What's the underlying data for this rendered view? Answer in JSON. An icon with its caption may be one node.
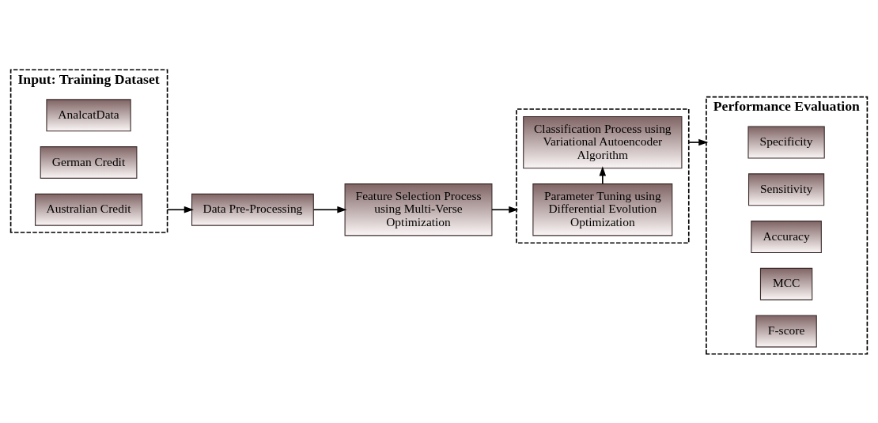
{
  "diagram": {
    "nodes": [
      {
        "text": [
          "Input: Training Dataset"
        ]
      },
      {
        "text": [
          "AnalcatData"
        ],
        "in": 0
      },
      {
        "text": [
          "German Credit"
        ],
        "in": 0
      },
      {
        "text": [
          "Australian Credit"
        ],
        "in": 0
      },
      {
        "text": [
          "Data Pre-Processing"
        ]
      },
      {
        "text": [
          "Feature Selection Process using Multi-Verse Optimization"
        ]
      },
      {
        "text": [],
        "shape": "box"
      },
      {
        "text": [
          "Parameter Tuning using Differential Evolution Optimization"
        ],
        "in": 6
      },
      {
        "text": [
          "Classification Process using Variational Autoencoder Algorithm"
        ],
        "in": 6
      },
      {
        "text": [
          "Performance Evaluation"
        ]
      },
      {
        "text": [
          "Specificity"
        ],
        "in": 9
      },
      {
        "text": [
          "Sensitivity"
        ],
        "in": 9
      },
      {
        "text": [
          "Accuracy"
        ],
        "in": 9
      },
      {
        "text": [
          "MCC"
        ],
        "in": 9
      },
      {
        "text": [
          "F-score"
        ],
        "in": 9
      }
    ],
    "edges": [
      {
        "from": 0,
        "to": 4,
        "arrow": "to"
      },
      {
        "from": 4,
        "to": 5,
        "arrow": "to"
      },
      {
        "from": 5,
        "to": 6,
        "arrow": "to"
      },
      {
        "from": 7,
        "to": 8,
        "arrow": "to"
      },
      {
        "from": 6,
        "to": 9,
        "arrow": "to"
      }
    ]
  }
}
